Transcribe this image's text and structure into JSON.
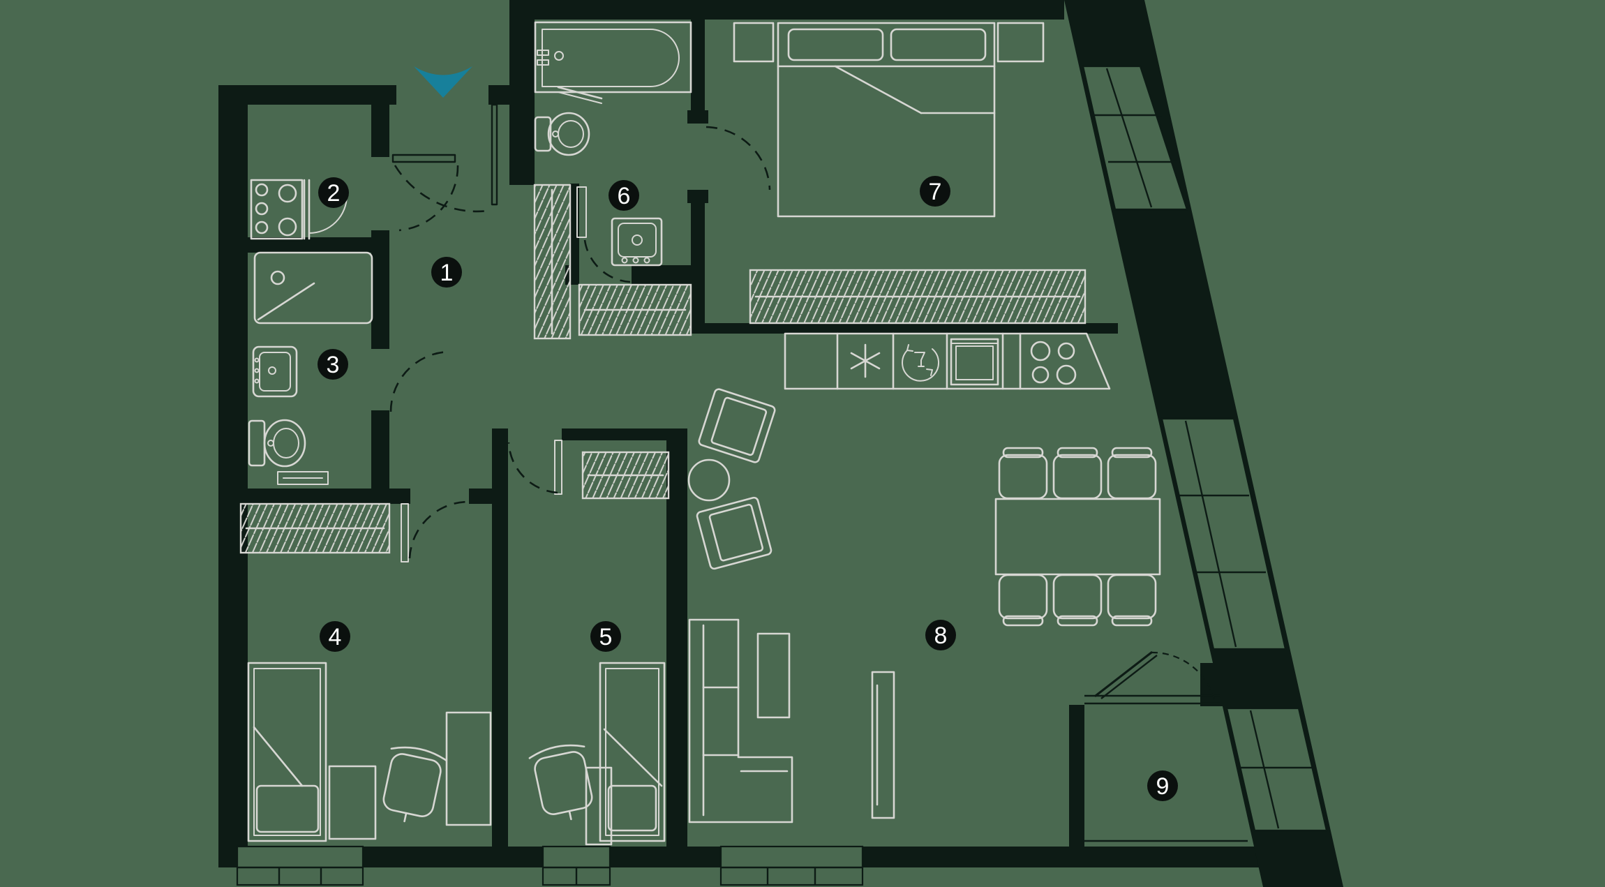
{
  "palette": {
    "background": "#4a6950",
    "walls": "#0d1b15",
    "furniture_lines": "#d7d7d3",
    "accent": "#17809b",
    "badge_background": "#0b100e",
    "badge_text": "#ffffff"
  },
  "entrance": {
    "icon": "entrance-arrow",
    "direction": "down"
  },
  "rooms": [
    {
      "number": "1",
      "fixtures": [
        "wardrobe-icon"
      ]
    },
    {
      "number": "2",
      "fixtures": [
        "stove-unit-icon",
        "door-swing-icon"
      ]
    },
    {
      "number": "3",
      "fixtures": [
        "shower-icon",
        "sink-icon",
        "toilet-icon",
        "towel-radiator-icon",
        "wardrobe-icon"
      ]
    },
    {
      "number": "4",
      "fixtures": [
        "single-bed-icon",
        "nightstand-icon",
        "desk-chair-icon",
        "desk-icon",
        "window-icon"
      ]
    },
    {
      "number": "5",
      "fixtures": [
        "wardrobe-icon",
        "desk-chair-icon",
        "desk-icon",
        "single-bed-icon",
        "window-icon"
      ]
    },
    {
      "number": "6",
      "fixtures": [
        "bathtub-icon",
        "toilet-icon",
        "washing-machine-icon"
      ]
    },
    {
      "number": "7",
      "fixtures": [
        "double-bed-icon",
        "nightstand-icon",
        "wardrobe-icon",
        "window-icon"
      ]
    },
    {
      "number": "8",
      "fixtures": [
        "asterisk-icon",
        "dishwasher-icon",
        "oven-icon",
        "cooktop-icon",
        "dining-table-icon",
        "chair-icon",
        "armchair-icon",
        "side-table-icon",
        "sofa-icon",
        "coffee-table-icon",
        "tv-unit-icon",
        "window-icon"
      ]
    },
    {
      "number": "9",
      "fixtures": [
        "balcony-door-icon",
        "glazing-icon"
      ]
    }
  ]
}
